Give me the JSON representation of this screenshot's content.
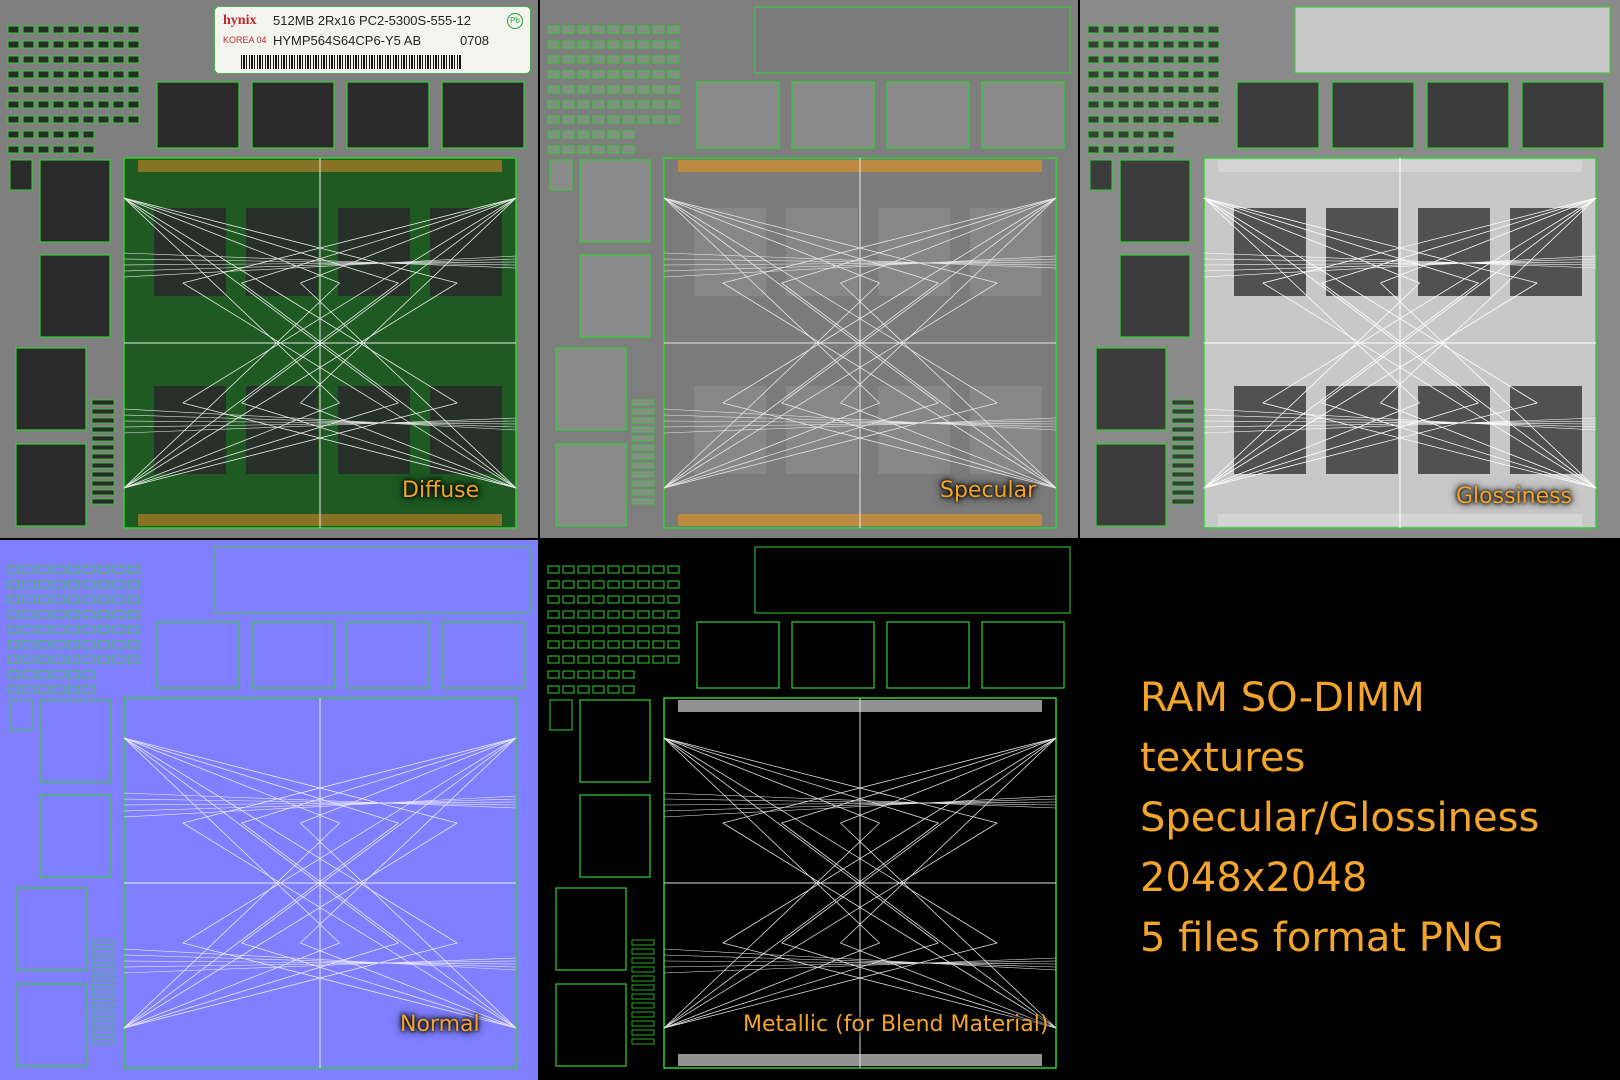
{
  "maps": [
    {
      "id": "diffuse",
      "label": "Diffuse",
      "base": "#7f7f7f",
      "board": "#1e5a22",
      "chip": "#2a2a2a",
      "wire": "#e8e8e8",
      "outline": "#2fd12f",
      "contact": "#b37a22"
    },
    {
      "id": "specular",
      "label": "Specular",
      "base": "#7e7e7e",
      "board": "#7b7b7b",
      "chip": "#8a8a8a",
      "wire": "#e8e8e8",
      "outline": "#2fd12f",
      "contact": "#d8902a"
    },
    {
      "id": "gloss",
      "label": "Glossiness",
      "base": "#8a8a8a",
      "board": "#c8c8c8",
      "chip": "#3c3c3c",
      "wire": "#ffffff",
      "outline": "#2fd12f",
      "contact": "#d8d8d8"
    },
    {
      "id": "normal",
      "label": "Normal",
      "base": "#7f7fff",
      "board": "#7f7fff",
      "chip": "#7f7fff",
      "wire": "#e8e8ff",
      "outline": "#3cc83c",
      "contact": "#7f7fff"
    },
    {
      "id": "metal",
      "label": "Metallic (for Blend Material)",
      "base": "#000000",
      "board": "#000000",
      "chip": "#000000",
      "wire": "#e0e0e0",
      "outline": "#2fd12f",
      "contact": "#d0d0d0"
    }
  ],
  "sticker": {
    "brand": "hynix",
    "region": "KOREA 04",
    "line1": "512MB 2Rx16 PC2-5300S-555-12",
    "line2": "HYMP564S64CP6-Y5 AB",
    "code": "0708",
    "seal": "Pb"
  },
  "info": {
    "lines": [
      "RAM SO-DIMM",
      "textures",
      "Specular/Glossiness",
      "2048x2048",
      "5 files format PNG"
    ],
    "color": "#f2a42b"
  }
}
